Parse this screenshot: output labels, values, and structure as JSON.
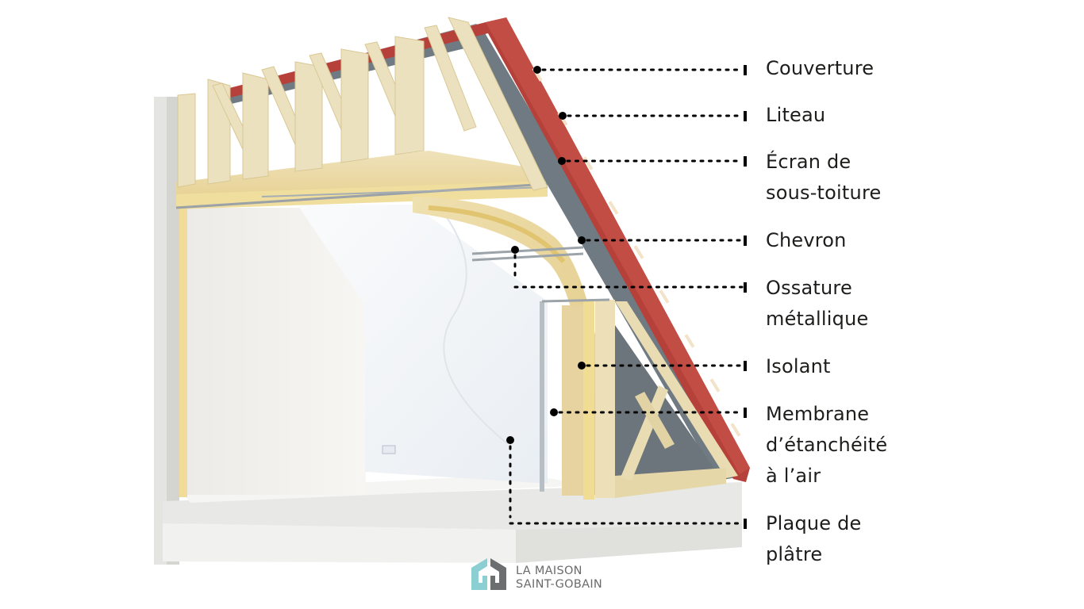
{
  "diagram": {
    "subject": "Coupe d'une toiture avec combles aménagés",
    "colors": {
      "roof_tile": "#b5413a",
      "underlay_screen": "#6f7a80",
      "wood": "#e8d9a8",
      "insulation": "#ead59a",
      "plasterboard": "#f2f3f3",
      "concrete": "#d9d9d6",
      "callout": "#000000",
      "label_text": "#1d1d1b"
    },
    "callouts": [
      {
        "id": "couverture",
        "lines": [
          "Couverture"
        ]
      },
      {
        "id": "liteau",
        "lines": [
          "Liteau"
        ]
      },
      {
        "id": "ecran",
        "lines": [
          "Écran de",
          "sous-toiture"
        ]
      },
      {
        "id": "chevron",
        "lines": [
          "Chevron"
        ]
      },
      {
        "id": "ossature",
        "lines": [
          "Ossature",
          "métallique"
        ]
      },
      {
        "id": "isolant",
        "lines": [
          "Isolant"
        ]
      },
      {
        "id": "membrane",
        "lines": [
          "Membrane",
          "d’étanchéité",
          "à l’air"
        ]
      },
      {
        "id": "plaque",
        "lines": [
          "Plaque de",
          "plâtre"
        ]
      }
    ]
  },
  "logo": {
    "line1": "LA MAISON",
    "line2": "SAINT-GOBAIN",
    "icon_left_color": "#8ccfd3",
    "icon_right_color": "#6d6e70"
  }
}
